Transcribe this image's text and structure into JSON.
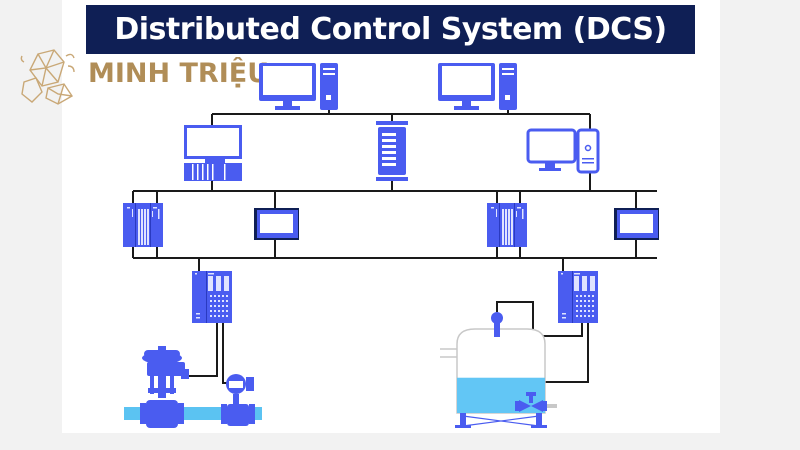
{
  "title": "Distributed Control System (DCS)",
  "brand": {
    "name": "MINH TRIỆU",
    "color": "#b08d57",
    "logo_icon": "crystal-logo-icon"
  },
  "colors": {
    "device": "#4a5cf0",
    "device_dark": "#0f1f55",
    "wire": "#1a1a1a",
    "liquid": "#62c6f5",
    "pipe": "#5bc3f2",
    "title_bg": "#0f1f55",
    "background": "#f2f2f2"
  },
  "levels": [
    {
      "name": "operator-workstations",
      "devices": [
        "workstation-computer",
        "workstation-computer"
      ]
    },
    {
      "name": "supervisory",
      "devices": [
        "engineering-station-with-plc",
        "server-rack",
        "desktop-computer"
      ]
    },
    {
      "name": "control",
      "devices": [
        "controller-rack",
        "hmi-panel",
        "controller-rack",
        "hmi-panel"
      ]
    },
    {
      "name": "field-io",
      "devices": [
        "remote-io-module",
        "remote-io-module"
      ]
    },
    {
      "name": "field-instruments",
      "devices": [
        "control-valve",
        "flow-meter",
        "tank-level-sensor",
        "tank-outlet-valve"
      ]
    }
  ],
  "tank": {
    "fill_level": 0.42
  }
}
